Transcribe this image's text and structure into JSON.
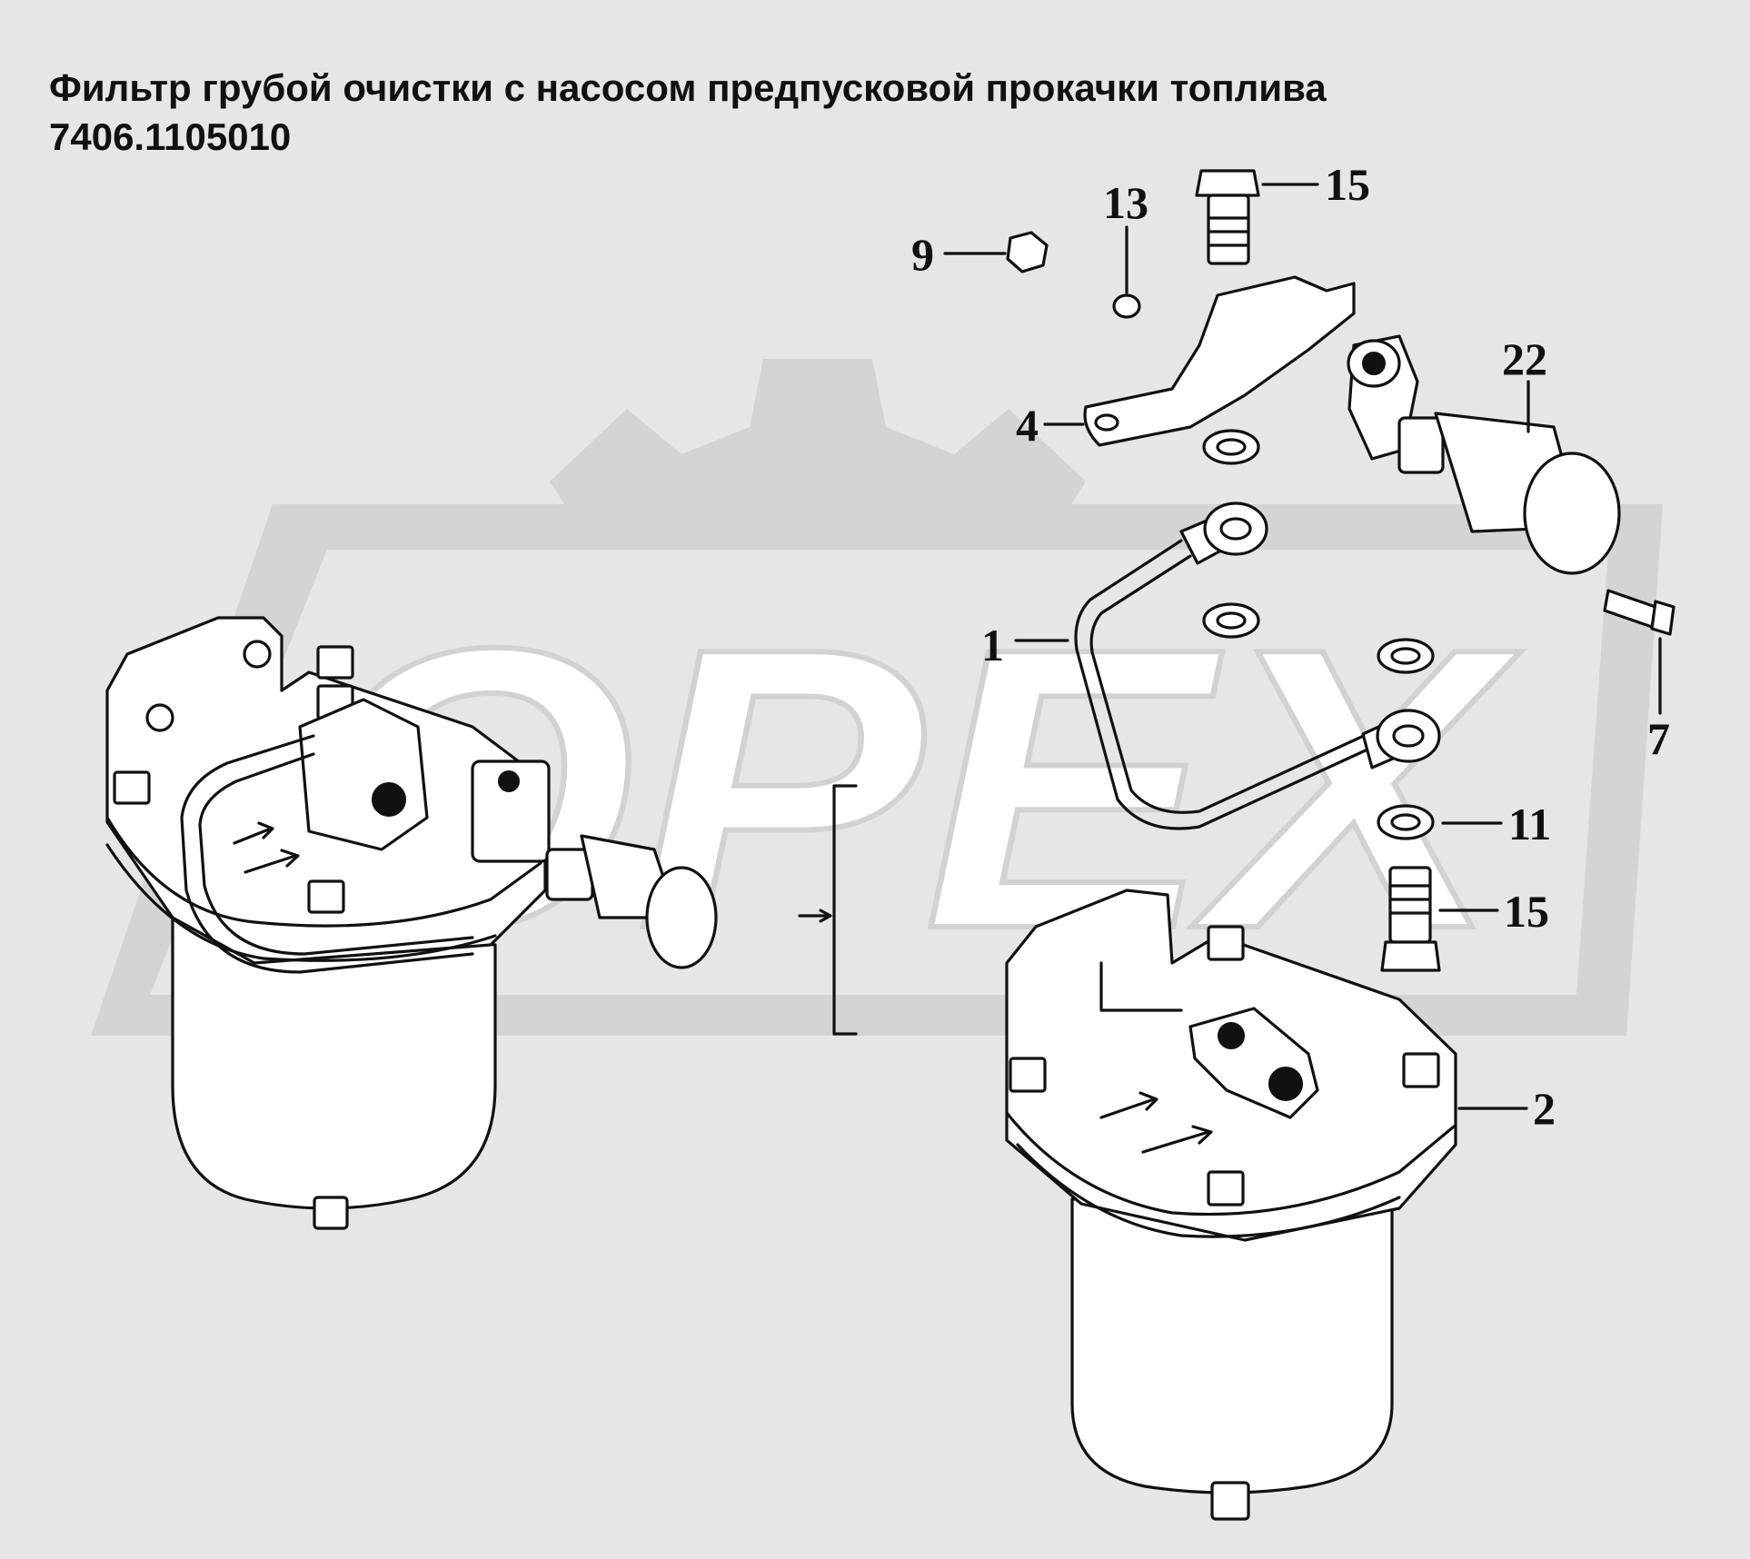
{
  "title": {
    "line1": "Фильтр грубой очистки с насосом предпусковой прокачки топлива",
    "line2": "7406.1105010"
  },
  "watermark": {
    "text": "OPEX",
    "color": "#d4d4d4"
  },
  "callouts": {
    "c1": "1",
    "c2": "2",
    "c4": "4",
    "c7": "7",
    "c9": "9",
    "c11": "11",
    "c13": "13",
    "c15_top": "15",
    "c15_bottom": "15",
    "c22": "22"
  },
  "colors": {
    "background": "#e6e6e6",
    "ink": "#111111",
    "part_fill": "#ffffff"
  }
}
